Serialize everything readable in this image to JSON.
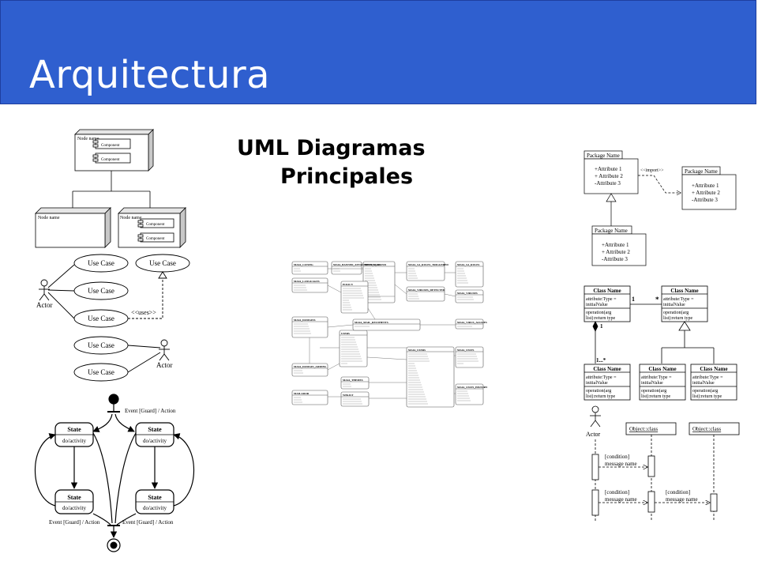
{
  "slide": {
    "title": "Arquitectura",
    "subtitle_line1": "UML Diagramas",
    "subtitle_line2": "Principales"
  },
  "deployment": {
    "top_node": "Node name",
    "left_node": "Node name",
    "right_node": "Node name",
    "component": "Component"
  },
  "usecase": {
    "use_case": "Use Case",
    "actor": "Actor",
    "uses": "<<uses>>"
  },
  "state": {
    "state": "State",
    "activity": "do/activity",
    "transition": "Event [Guard] / Action"
  },
  "er": {
    "tables": [
      "MAIA_CONFIG",
      "MAIA_MAIL",
      "MAIA_LANGUAGES",
      "POLICY",
      "MAIA_DOMAINS",
      "USERS",
      "MAIA_MAIL_RECIPIENTS",
      "MAIA_USERS",
      "MAIA_STATS",
      "MAIA_THEMES",
      "MAILADOR",
      "WBLIST",
      "MAIA_STATS_HISTORY",
      "MAIA_SA_RULES",
      "MAIA_VIRUSES",
      "MAIA_DOMAIN_ADMINS",
      "MAIA_VIRUS_ALIASES",
      "MAIA_VIRUSES_DETECTED",
      "MAIA_SA_RULES_TRIGGERED",
      "MAIA_BANNED_ATTACHMENTS_FOUND"
    ]
  },
  "package": {
    "name": "Package Name",
    "attr1": "+Attribute 1",
    "attr2": "+ Attribute 2",
    "attr3": "-Attribute 3",
    "import": "<<import>>"
  },
  "class": {
    "name": "Class Name",
    "attr": "attribute:Type =",
    "init": "initialValue",
    "op": "operation(arg",
    "ret": "list):return type",
    "mult_one": "1",
    "mult_many": "*",
    "mult_range": "1...*"
  },
  "sequence": {
    "actor": "Actor",
    "object": "Object::class",
    "condition": "[condition]",
    "message": "message name"
  }
}
